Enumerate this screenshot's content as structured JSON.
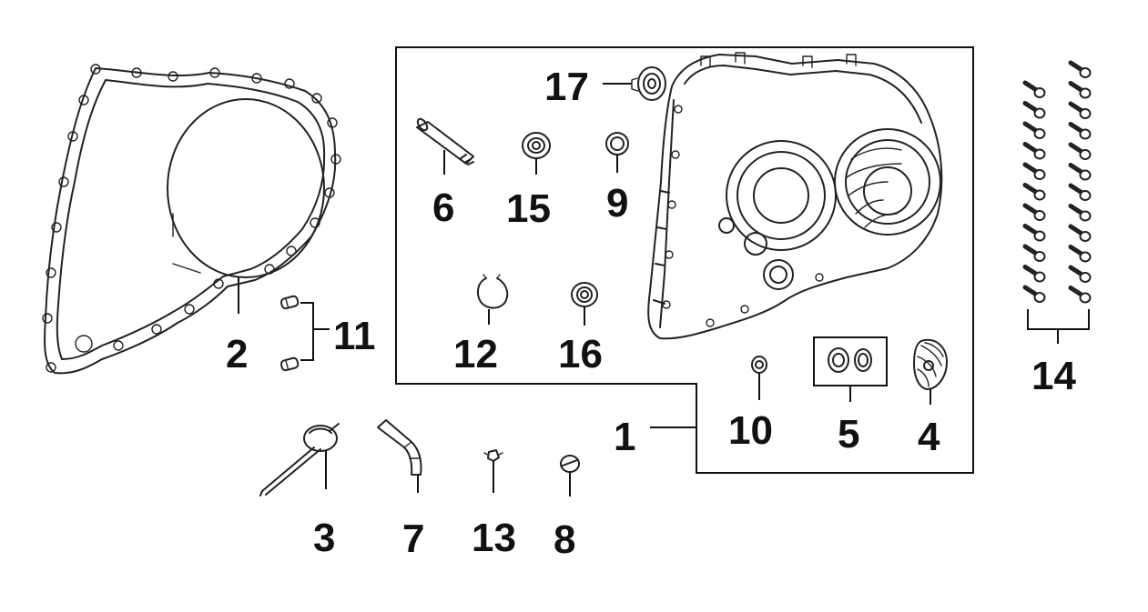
{
  "labels": {
    "p1": "1",
    "p2": "2",
    "p3": "3",
    "p4": "4",
    "p5": "5",
    "p6": "6",
    "p7": "7",
    "p8": "8",
    "p9": "9",
    "p10": "10",
    "p11": "11",
    "p12": "12",
    "p13": "13",
    "p14": "14",
    "p15": "15",
    "p16": "16",
    "p17": "17"
  },
  "colors": {
    "ink": "#222222",
    "background": "#ffffff"
  }
}
